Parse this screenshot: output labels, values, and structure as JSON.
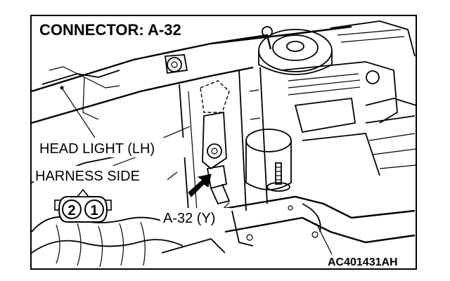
{
  "title": "CONNECTOR: A-32",
  "labels": {
    "head_light": "HEAD LIGHT (LH)",
    "harness_side": "HARNESS SIDE",
    "connector_id": "A-32 (Y)",
    "figure_code": "AC401431AH"
  },
  "connector_pins": [
    "2",
    "1"
  ]
}
